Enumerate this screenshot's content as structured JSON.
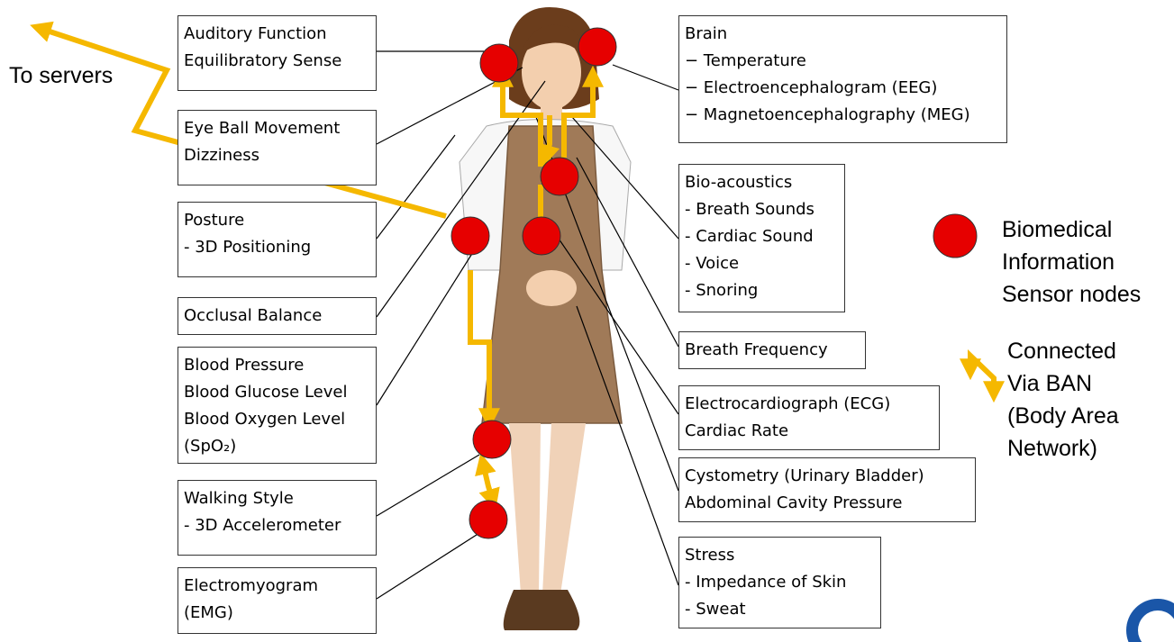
{
  "to_servers": "To servers",
  "left_labels": [
    {
      "lines": [
        "Auditory Function",
        "Equilibratory Sense"
      ]
    },
    {
      "lines": [
        "Eye Ball Movement",
        "Dizziness"
      ]
    },
    {
      "lines": [
        "Posture",
        "- 3D Positioning"
      ]
    },
    {
      "lines": [
        "Occlusal Balance"
      ]
    },
    {
      "lines": [
        "Blood Pressure",
        "Blood Glucose Level",
        "Blood Oxygen Level",
        "(SpO₂)"
      ]
    },
    {
      "lines": [
        "Walking  Style",
        "- 3D Accelerometer"
      ]
    },
    {
      "lines": [
        "Electromyogram",
        "(EMG)"
      ]
    }
  ],
  "right_labels": [
    {
      "lines": [
        "Brain",
        "− Temperature",
        "− Electroencephalogram (EEG)",
        "− Magnetoencephalography (MEG)"
      ]
    },
    {
      "lines": [
        "Bio-acoustics",
        "- Breath Sounds",
        "- Cardiac Sound",
        "- Voice",
        "- Snoring"
      ]
    },
    {
      "lines": [
        "Breath Frequency"
      ]
    },
    {
      "lines": [
        "Electrocardiograph (ECG)",
        "Cardiac Rate"
      ]
    },
    {
      "lines": [
        "Cystometry (Urinary Bladder)",
        "Abdominal Cavity Pressure"
      ]
    },
    {
      "lines": [
        "Stress",
        "- Impedance of Skin",
        "- Sweat"
      ]
    }
  ],
  "legend": {
    "sensor_label": [
      "Biomedical",
      "Information",
      "Sensor nodes"
    ],
    "connection_label": [
      "Connected",
      "Via BAN",
      "(Body Area",
      "Network)"
    ]
  },
  "colors": {
    "sensor": "#e60000",
    "ban": "#f5b800",
    "dress": "#a07a58",
    "skin": "#f3cfae",
    "hair": "#6b3d1c"
  }
}
